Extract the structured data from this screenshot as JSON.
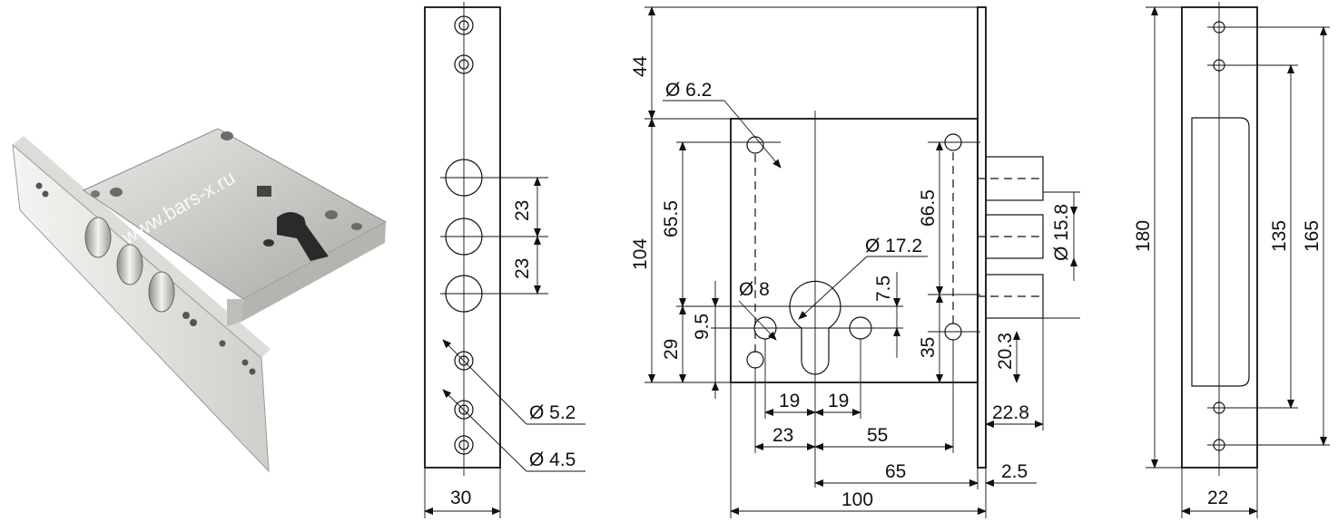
{
  "watermark": "www.bars-x.ru",
  "front_view": {
    "width": "30",
    "dim_23_upper": "23",
    "dim_23_lower": "23",
    "dia_52": "Ø 5.2",
    "dia_45": "Ø 4.5"
  },
  "side_view": {
    "dim_44": "44",
    "dim_104": "104",
    "dim_655": "65.5",
    "dim_29": "29",
    "dim_95": "9.5",
    "dia_62": "Ø 6.2",
    "dia_8": "Ø 8",
    "dia_172": "Ø 17.2",
    "dim_75": "7.5",
    "dim_665": "66.5",
    "dim_35": "35",
    "dim_203": "20.3",
    "dia_158": "Ø 15.8",
    "dim_228": "22.8",
    "dim_19a": "19",
    "dim_19b": "19",
    "dim_23": "23",
    "dim_55": "55",
    "dim_65": "65",
    "dim_25": "2.5",
    "dim_100": "100"
  },
  "strike_view": {
    "dim_180": "180",
    "dim_135": "135",
    "dim_165": "165",
    "dim_22": "22"
  }
}
